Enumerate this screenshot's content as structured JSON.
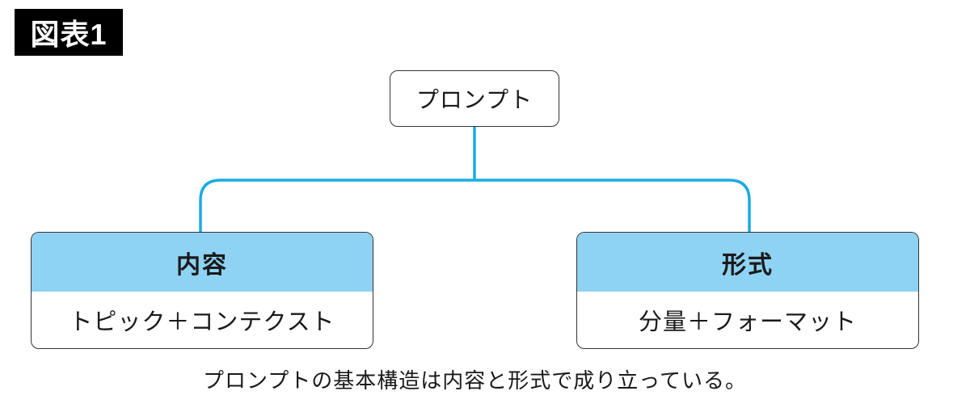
{
  "figure_label": "図表1",
  "tree": {
    "root": {
      "label": "プロンプト"
    },
    "children": [
      {
        "header": "内容",
        "body": "トピック＋コンテクスト"
      },
      {
        "header": "形式",
        "body": "分量＋フォーマット"
      }
    ]
  },
  "caption": "プロンプトの基本構造は内容と形式で成り立っている。",
  "colors": {
    "connector": "#19ACE3",
    "header_fill": "#8ED3F4",
    "node_border": "#333333",
    "label_bg": "#000000",
    "label_text": "#FFFFFF",
    "text": "#1A1A1A"
  }
}
